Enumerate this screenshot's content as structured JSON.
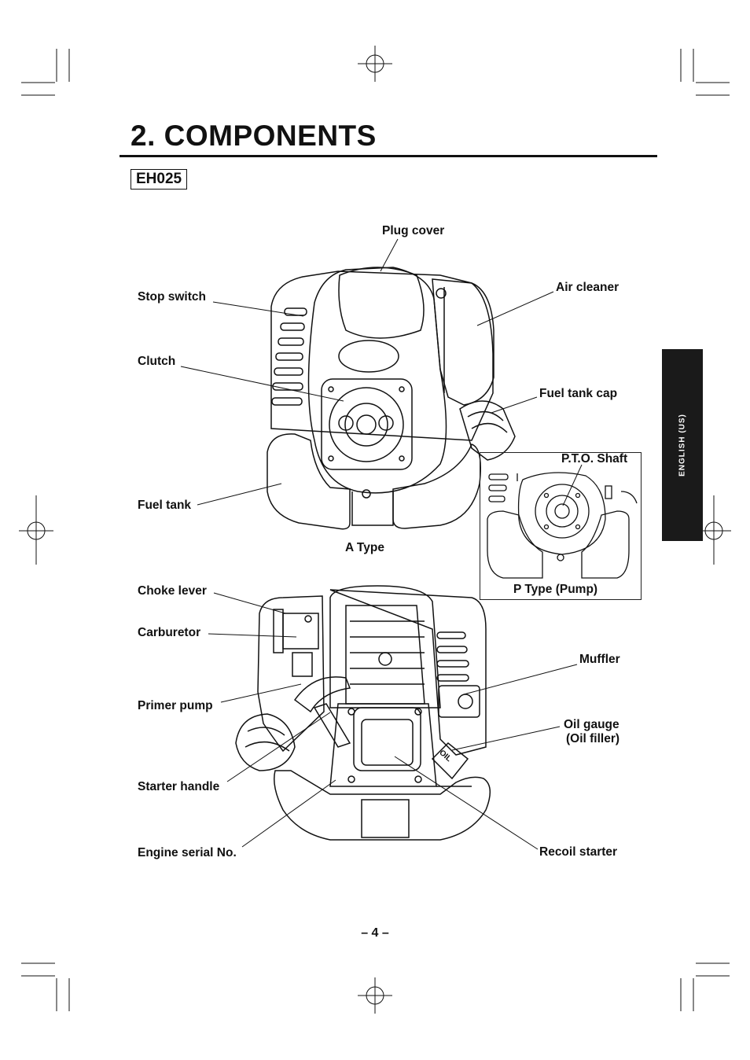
{
  "header": {
    "title": "2. COMPONENTS",
    "model": "EH025"
  },
  "side_tab": {
    "language": "ENGLISH (US)"
  },
  "diagram_a": {
    "caption": "A Type",
    "labels": {
      "plug_cover": "Plug cover",
      "stop_switch": "Stop switch",
      "air_cleaner": "Air cleaner",
      "clutch": "Clutch",
      "fuel_tank_cap": "Fuel tank cap",
      "fuel_tank": "Fuel tank"
    }
  },
  "diagram_p": {
    "caption": "P Type (Pump)",
    "labels": {
      "pto_shaft": "P.T.O. Shaft"
    }
  },
  "diagram_rear": {
    "labels": {
      "choke_lever": "Choke lever",
      "carburetor": "Carburetor",
      "muffler": "Muffler",
      "primer_pump": "Primer pump",
      "oil_gauge": "Oil gauge",
      "oil_filler": "(Oil filler)",
      "starter_handle": "Starter handle",
      "engine_serial": "Engine serial No.",
      "recoil_starter": "Recoil starter",
      "oil_text": "OIL"
    }
  },
  "footer": {
    "page": "– 4 –"
  }
}
